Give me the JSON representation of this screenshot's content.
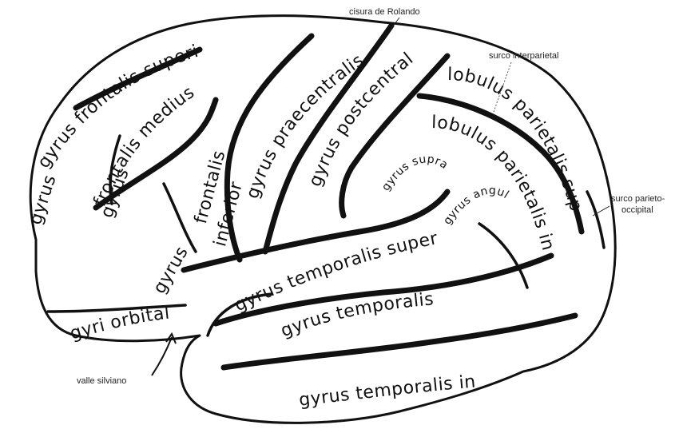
{
  "gyri": {
    "frontalis_superior": "gyrus frontalis superior",
    "gyrus_left": "gyrus",
    "frontalis_medius": "frontalis medius",
    "gyrus_medius_prefix": "gyrus",
    "frontalis_inferior_1": "frontalis",
    "frontalis_inferior_2": "inferior",
    "gyrus_inferior_prefix": "gyrus",
    "praecentralis": "gyrus praecentralis",
    "postcentralis": "gyrus postcentralis",
    "supramarginalis": "gyrus supramarginalis",
    "angularis": "gyrus angularis",
    "lobulus_superior": "lobulus parietalis superior",
    "lobulus_inferior": "lobulus parietalis inferior",
    "temporalis_superior": "gyrus temporalis superior",
    "temporalis_medius": "gyrus temporalis medius",
    "temporalis_inferior": "gyrus temporalis inferior",
    "orbitales": "gyri orbitales"
  },
  "callouts": {
    "rolando": "cisura de Rolando",
    "interparietal": "surco interparietal",
    "parieto_1": "surco parieto-",
    "parieto_2": "occipital",
    "silviano": "valle silviano"
  }
}
